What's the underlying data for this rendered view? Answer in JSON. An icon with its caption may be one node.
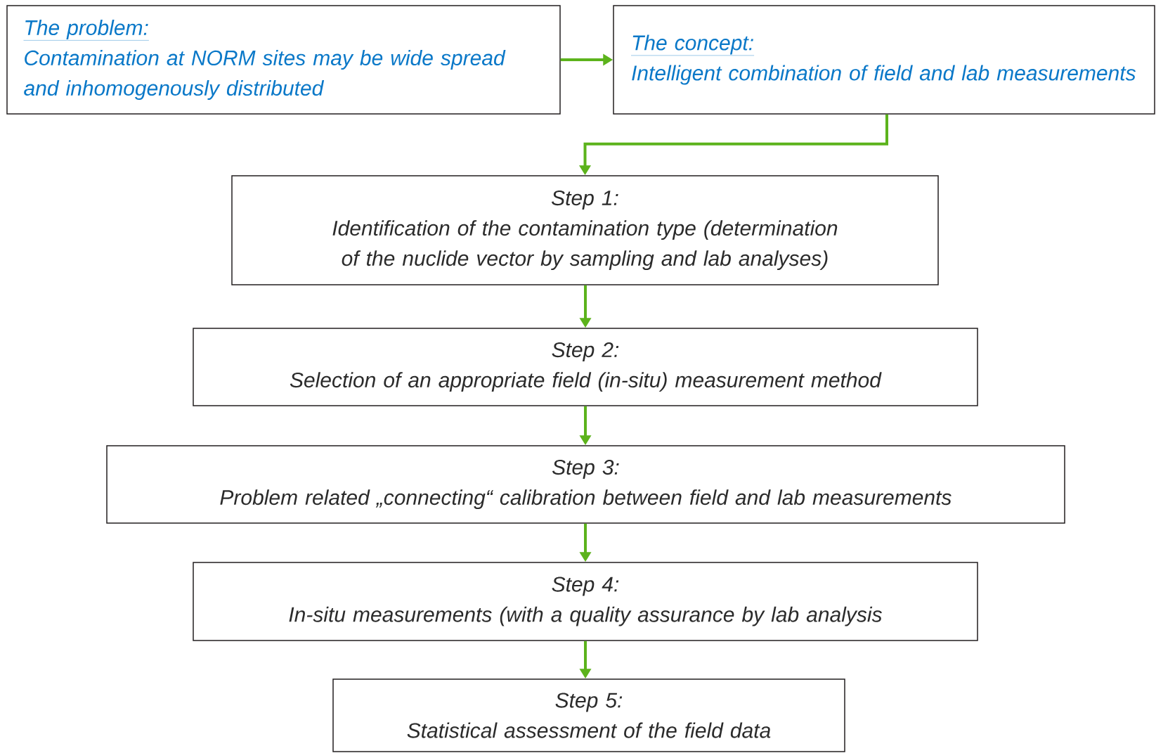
{
  "diagram": {
    "nodes": [
      {
        "text": [
          "The problem:",
          "Contamination at NORM sites may be wide spread and inhomogenously distributed"
        ]
      },
      {
        "text": [
          "The concept:",
          "Intelligent combination of field and lab measurements"
        ]
      },
      {
        "text": [
          "Step 1:",
          "Identification of the contamination type (determination of the nuclide vector by sampling and lab analyses)"
        ]
      },
      {
        "text": [
          "Step 2:",
          "Selection of an appropriate field (in-situ) measurement method"
        ]
      },
      {
        "text": [
          "Step 3:",
          "Problem related „connecting“ calibration between field and lab measurements"
        ]
      },
      {
        "text": [
          "Step 4:",
          "In-situ measurements (with a quality assurance by lab analysis"
        ]
      },
      {
        "text": [
          "Step 5:",
          "Statistical assessment of the field data"
        ]
      }
    ],
    "edges": [
      {
        "from": 0,
        "to": 1,
        "arrow": "to"
      },
      {
        "from": 1,
        "to": 2,
        "arrow": "to"
      },
      {
        "from": 2,
        "to": 3,
        "arrow": "to"
      },
      {
        "from": 3,
        "to": 4,
        "arrow": "to"
      },
      {
        "from": 4,
        "to": 5,
        "arrow": "to"
      },
      {
        "from": 5,
        "to": 6,
        "arrow": "to"
      }
    ]
  }
}
